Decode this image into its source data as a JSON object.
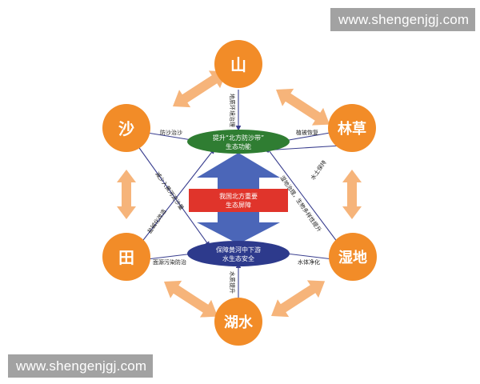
{
  "colors": {
    "node": "#f28c28",
    "node_text": "#ffffff",
    "green": "#2f7d32",
    "red": "#e0342b",
    "blue_arrow": "#4b66b8",
    "navy": "#2d3a8c",
    "edge": "#3a3f8f",
    "pale_arrow": "#f6b47a"
  },
  "nodes": {
    "mountain": "山",
    "forest": "林草",
    "wetland": "湿地",
    "lake": "湖水",
    "field": "田",
    "sand": "沙"
  },
  "center": {
    "top_line1": "提升“北方防沙带”",
    "top_line2": "生态功能",
    "middle_line1": "我国北方重要",
    "middle_line2": "生态屏障",
    "bottom_line1": "保障黄河中下游",
    "bottom_line2": "水生态安全"
  },
  "edge_labels": {
    "mountain_top": "地质环境治理",
    "sand_top": "防沙治沙",
    "forest_top": "植被恢复",
    "sand_bottom": "减少入黄河泥沙量",
    "forest_bottom": "水土保持",
    "wetland_top": "湿地治理，生物多样性提升",
    "field_top": "盐碱化改造",
    "field_bottom": "面源污染防治",
    "wetland_bottom": "水体净化",
    "lake_bottom": "水质提升"
  },
  "watermarks": {
    "top": "www.shengenjgj.com",
    "bottom": "www.shengenjgj.com"
  }
}
